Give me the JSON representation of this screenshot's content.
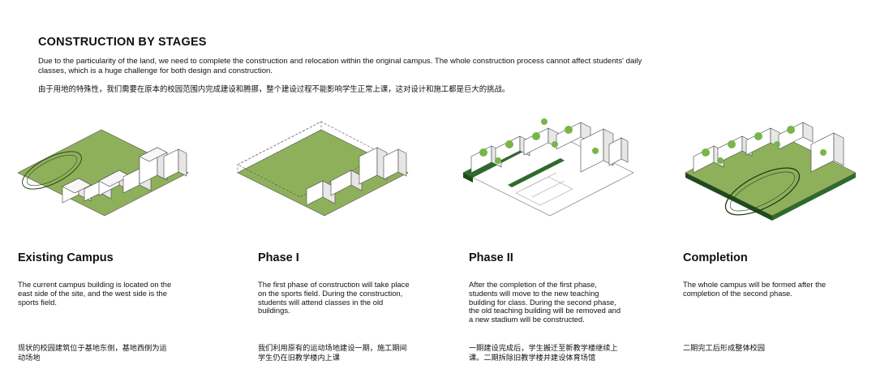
{
  "header": {
    "title": "CONSTRUCTION BY STAGES",
    "text_en": "Due to the particularity of the land, we need to complete the construction and relocation within the original campus. The whole construction process cannot affect students' daily classes, which is a huge challenge for both design and construction.",
    "text_cn": "由于用地的特殊性，我们需要在原本的校园范围内完成建设和腾挪，整个建设过程不能影响学生正常上课，这对设计和施工都是巨大的挑战。"
  },
  "colors": {
    "field_green": "#8fb05b",
    "dark_green": "#2f6a2c",
    "tree_green": "#79b548"
  },
  "stages": [
    {
      "title": "Existing Campus",
      "desc_en": "The current campus building is located on the east side of the site, and the west side is the sports field.",
      "desc_cn": "现状的校园建筑位于基地东侧，基地西侧为运动场地"
    },
    {
      "title": "Phase I",
      "desc_en": "The first phase of construction will take place on the sports field. During the construction, students will attend classes in the old buildings.",
      "desc_cn": "我们利用原有的运动场地建设一期，施工期间学生仍在旧教学楼内上课"
    },
    {
      "title": "Phase II",
      "desc_en": "After the completion of the first phase, students will move to the new teaching building for class. During the second phase, the old teaching building will be removed and a new stadium will be constructed.",
      "desc_cn": "一期建设完成后，学生搬迁至新教学楼继续上课。二期拆除旧教学楼并建设体育场馆"
    },
    {
      "title": "Completion",
      "desc_en": "The whole campus will be formed after the completion of the second phase.",
      "desc_cn": "二期完工后形成整体校园"
    }
  ]
}
